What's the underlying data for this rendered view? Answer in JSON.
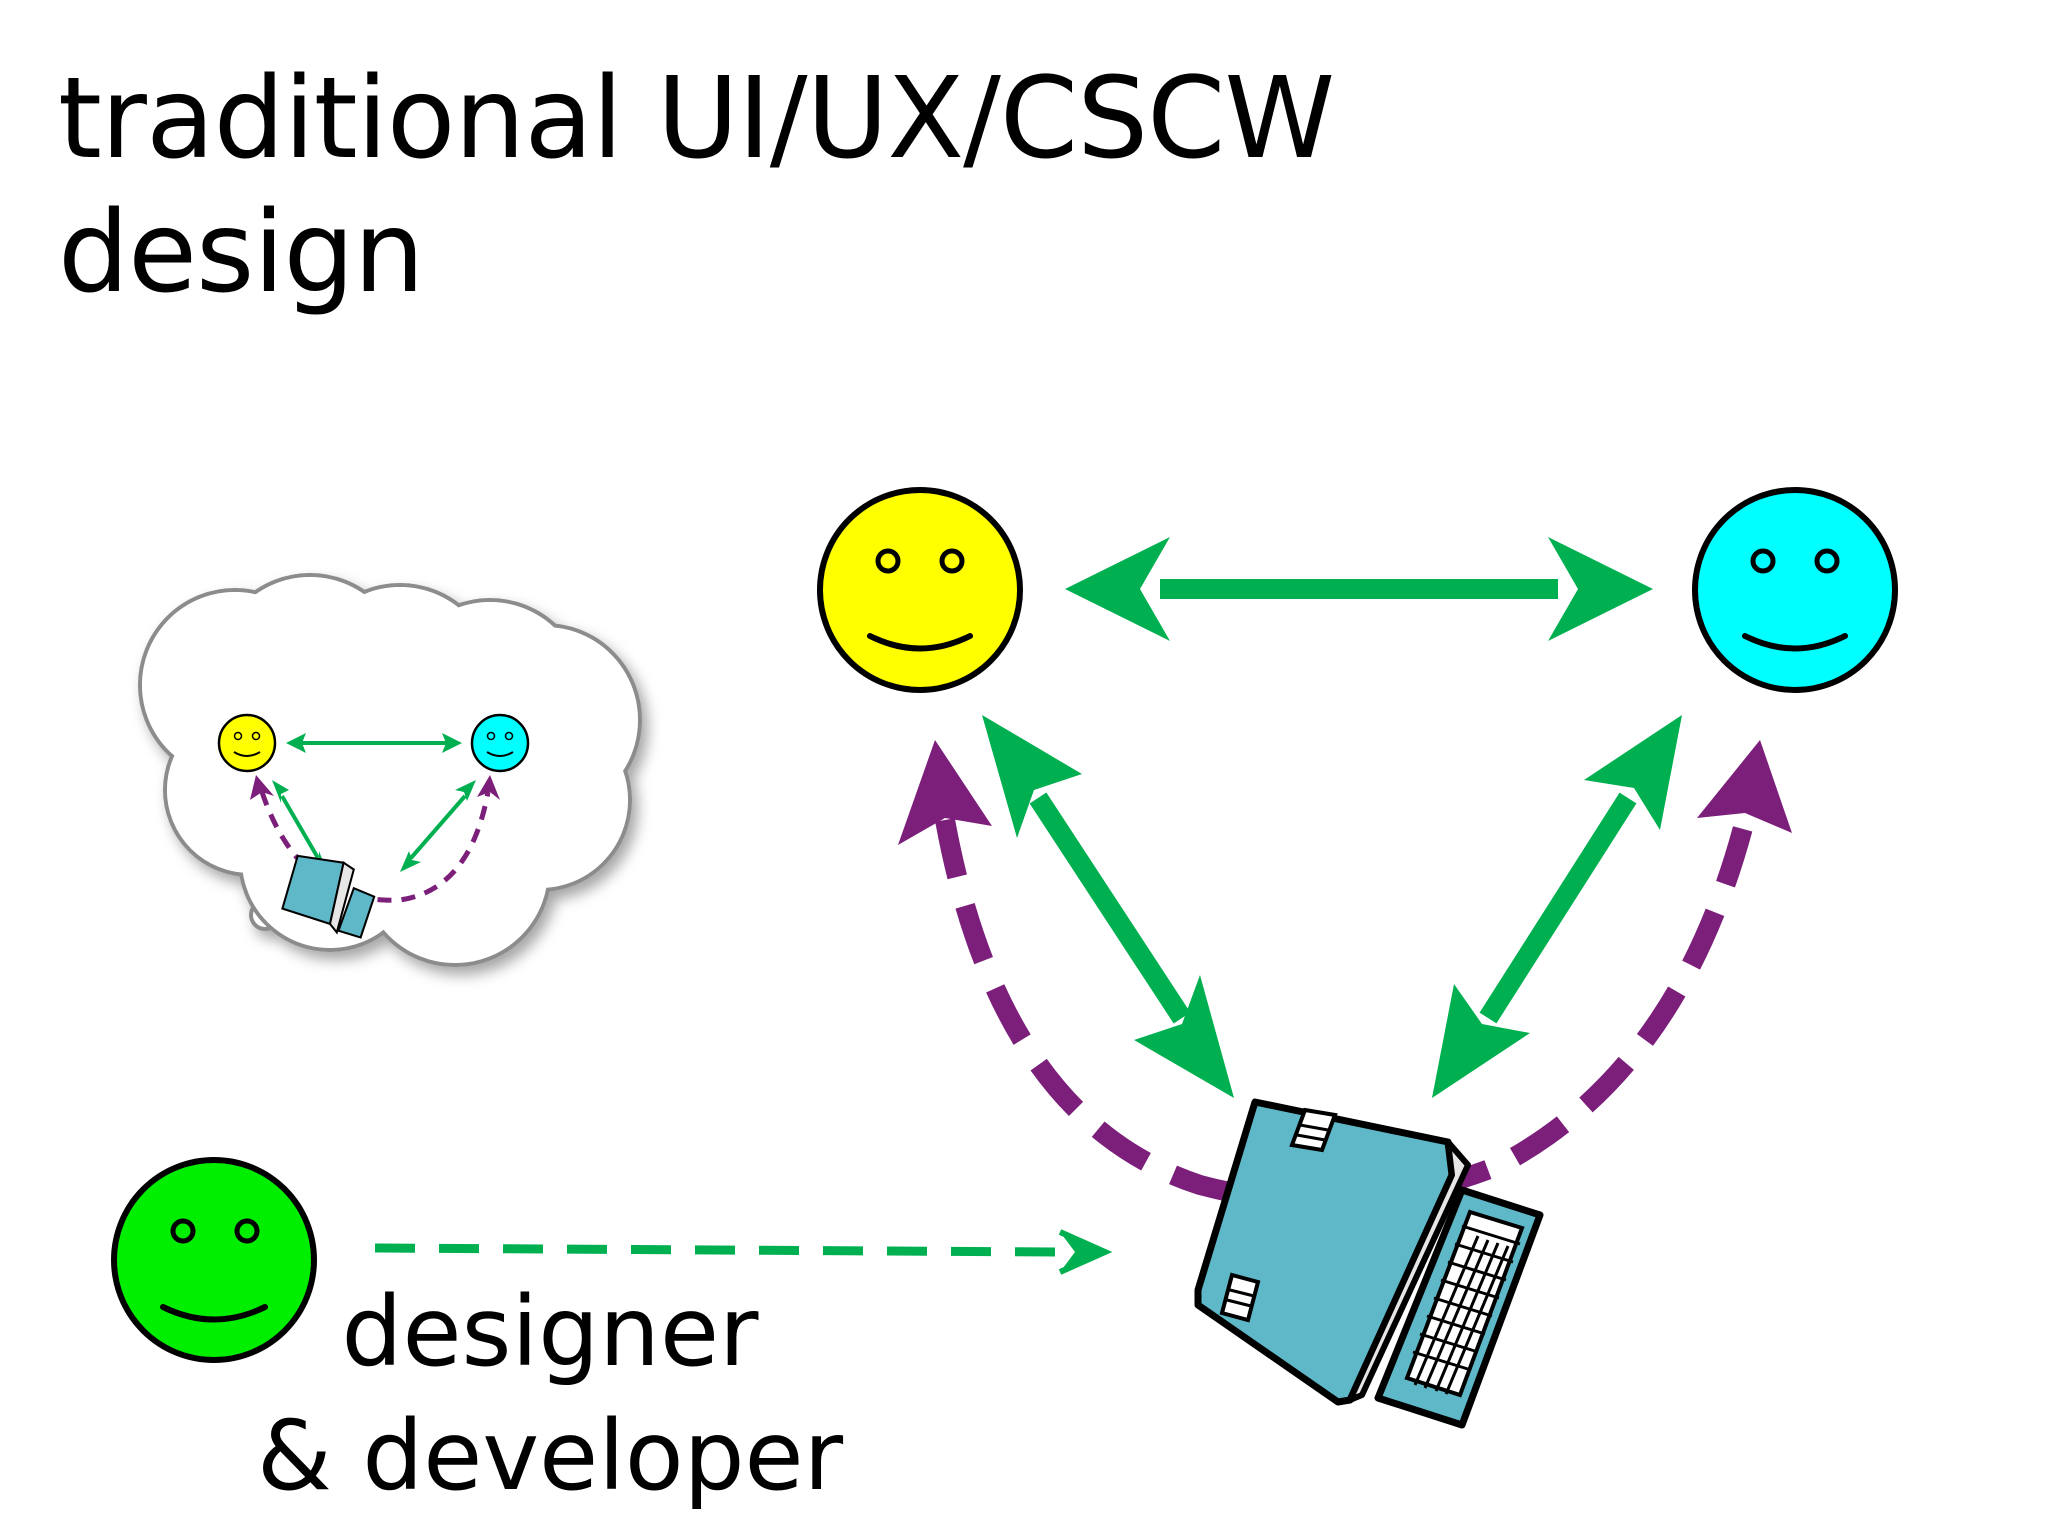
{
  "title": {
    "line1": "traditional UI/UX/CSCW",
    "line2": "design"
  },
  "designer_label": {
    "line1": "designer",
    "line2": "& developer"
  },
  "colors": {
    "user_a": "#ffff00",
    "user_b": "#00ffff",
    "designer": "#00ee00",
    "green_arrow": "#00b050",
    "purple_arrow": "#7b1f7a",
    "computer": "#5fb8c8"
  },
  "icons": [
    "smiley-yellow-icon",
    "smiley-cyan-icon",
    "smiley-green-icon",
    "computer-icon",
    "thought-cloud-icon"
  ]
}
